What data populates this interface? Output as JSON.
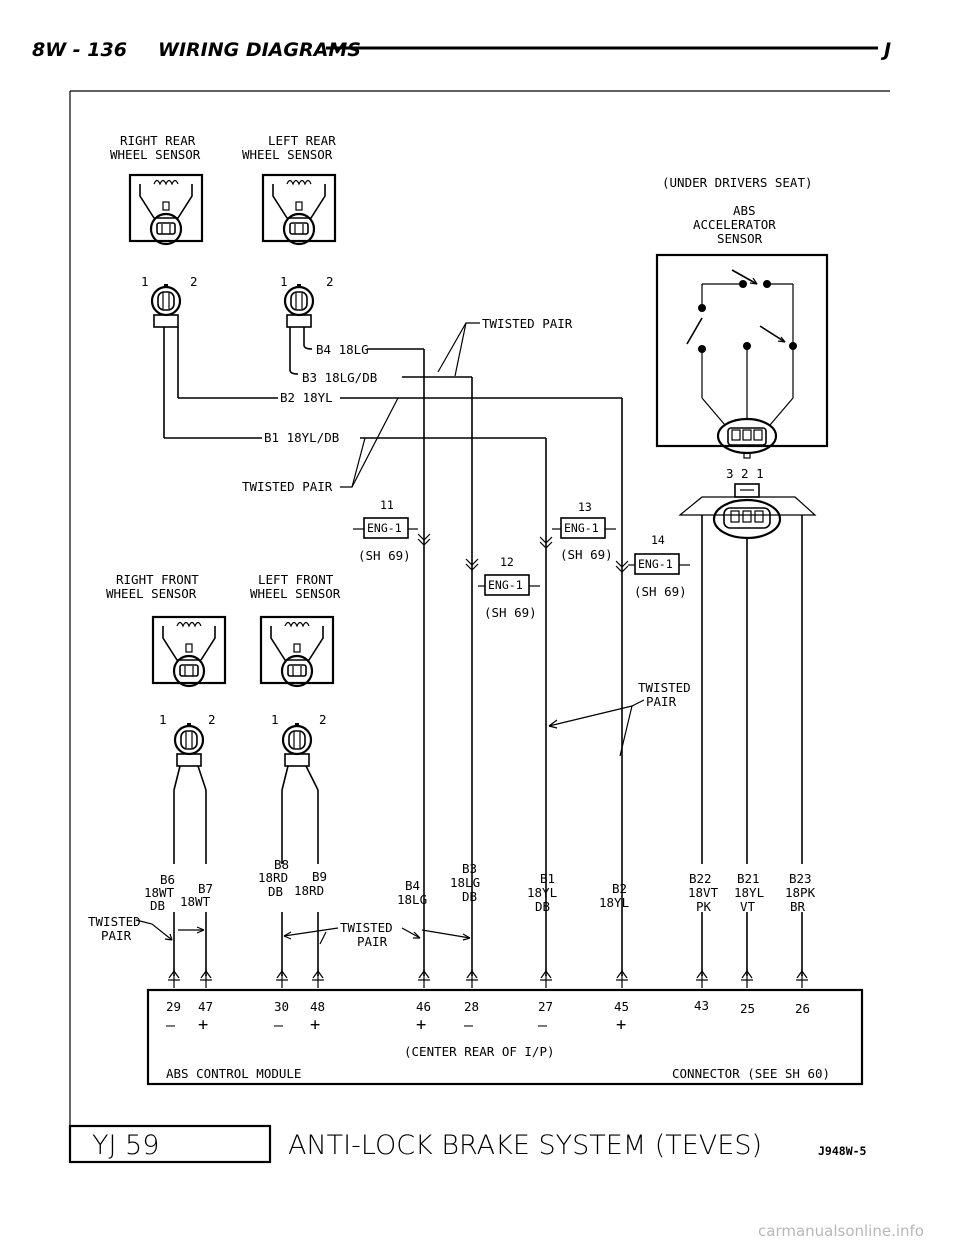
{
  "header": {
    "page": "8W - 136",
    "title": "WIRING DIAGRAMS",
    "letter": "J"
  },
  "sensors": {
    "right_rear": [
      "RIGHT REAR",
      "WHEEL SENSOR"
    ],
    "left_rear": [
      "LEFT REAR",
      "WHEEL SENSOR"
    ],
    "right_front": [
      "RIGHT FRONT",
      "WHEEL SENSOR"
    ],
    "left_front": [
      "LEFT FRONT",
      "WHEEL SENSOR"
    ],
    "pin1": "1",
    "pin2": "2"
  },
  "accel": {
    "location": "(UNDER DRIVERS SEAT)",
    "name": [
      "ABS",
      "ACCELERATOR",
      "SENSOR"
    ],
    "pins": "3 2 1"
  },
  "wires": {
    "b4": "B4 18LG",
    "b3": "B3 18LG/DB",
    "b2": "B2 18YL",
    "b1": "B1 18YL/DB",
    "twisted_pair": "TWISTED PAIR",
    "twisted": "TWISTED",
    "pair": "PAIR"
  },
  "splices": [
    {
      "num": "11",
      "name": "ENG-1",
      "ref": "(SH 69)"
    },
    {
      "num": "12",
      "name": "ENG-1",
      "ref": "(SH 69)"
    },
    {
      "num": "13",
      "name": "ENG-1",
      "ref": "(SH 69)"
    },
    {
      "num": "14",
      "name": "ENG-1",
      "ref": "(SH 69)"
    }
  ],
  "bottom_labels": [
    [
      "B6",
      "18WT",
      "DB"
    ],
    [
      "B7",
      "18WT"
    ],
    [
      "B8",
      "18RD",
      "DB"
    ],
    [
      "B9",
      "18RD"
    ],
    [
      "B4",
      "18LG"
    ],
    [
      "B3",
      "18LG",
      "DB"
    ],
    [
      "B1",
      "18YL",
      "DB"
    ],
    [
      "B2",
      "18YL"
    ],
    [
      "B22",
      "18VT",
      "PK"
    ],
    [
      "B21",
      "18YL",
      "VT"
    ],
    [
      "B23",
      "18PK",
      "BR"
    ]
  ],
  "module": {
    "pins": [
      "29",
      "47",
      "30",
      "48",
      "46",
      "28",
      "27",
      "45",
      "43",
      "25",
      "26"
    ],
    "polarity": [
      "—",
      "+",
      "—",
      "+",
      "+",
      "—",
      "—",
      "+"
    ],
    "location": "(CENTER REAR OF I/P)",
    "name": "ABS CONTROL MODULE",
    "connector": "CONNECTOR (SEE SH 60)"
  },
  "footer": {
    "code": "YJ 59",
    "title": "ANTI-LOCK BRAKE SYSTEM (TEVES)",
    "fig": "J948W-5"
  },
  "watermark": "carmanualsonline.info"
}
